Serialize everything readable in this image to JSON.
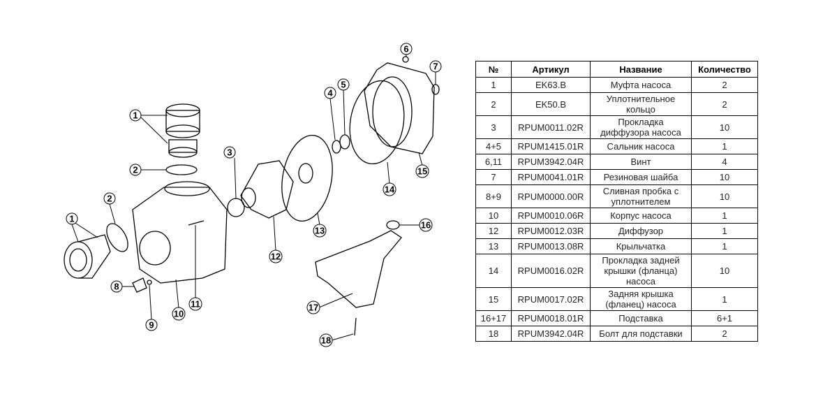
{
  "diagram": {
    "callouts": [
      "1",
      "2",
      "3",
      "4",
      "5",
      "6",
      "7",
      "2",
      "1",
      "8",
      "9",
      "10",
      "11",
      "12",
      "13",
      "14",
      "15",
      "16",
      "17",
      "18"
    ]
  },
  "table": {
    "headers": [
      "№",
      "Артикул",
      "Название",
      "Количество"
    ],
    "rows": [
      [
        "1",
        "EK63.B",
        "Муфта насоса",
        "2"
      ],
      [
        "2",
        "EK50.B",
        "Уплотнительное кольцо",
        "2"
      ],
      [
        "3",
        "RPUM0011.02R",
        "Прокладка диффузора насоса",
        "10"
      ],
      [
        "4+5",
        "RPUM1415.01R",
        "Сальник насоса",
        "1"
      ],
      [
        "6,11",
        "RPUM3942.04R",
        "Винт",
        "4"
      ],
      [
        "7",
        "RPUM0041.01R",
        "Резиновая шайба",
        "10"
      ],
      [
        "8+9",
        "RPUM0000.00R",
        "Сливная пробка с уплотнителем",
        "10"
      ],
      [
        "10",
        "RPUM0010.06R",
        "Корпус насоса",
        "1"
      ],
      [
        "12",
        "RPUM0012.03R",
        "Диффузор",
        "1"
      ],
      [
        "13",
        "RPUM0013.08R",
        "Крыльчатка",
        "1"
      ],
      [
        "14",
        "RPUM0016.02R",
        "Прокладка задней крышки (фланца) насоса",
        "10"
      ],
      [
        "15",
        "RPUM0017.02R",
        "Задняя крышка (фланец) насоса",
        "1"
      ],
      [
        "16+17",
        "RPUM0018.01R",
        "Подставка",
        "6+1"
      ],
      [
        "18",
        "RPUM3942.04R",
        "Болт для подставки",
        "2"
      ]
    ]
  }
}
